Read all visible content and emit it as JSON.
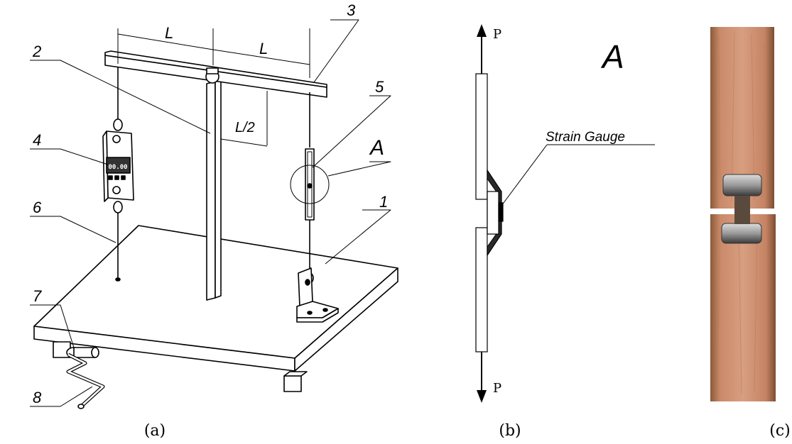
{
  "panel_a": {
    "caption": "(a)",
    "dimension_labels": {
      "left_arm": "L",
      "right_arm": "L",
      "half": "L/2"
    },
    "detail_label": "A",
    "part_numbers": [
      "1",
      "2",
      "3",
      "4",
      "5",
      "6",
      "7",
      "8"
    ],
    "scale_display": "00.00"
  },
  "panel_b": {
    "caption": "(b)",
    "title": "A",
    "force_top": "P",
    "force_bottom": "P",
    "gauge_label": "Strain Gauge"
  },
  "panel_c": {
    "caption": "(c)"
  },
  "colors": {
    "line": "#000000",
    "copper": "#c98a6a",
    "copper_dark": "#9a5a3e",
    "solder": "#b9b9b9",
    "gauge_body": "#5a4a3e"
  }
}
